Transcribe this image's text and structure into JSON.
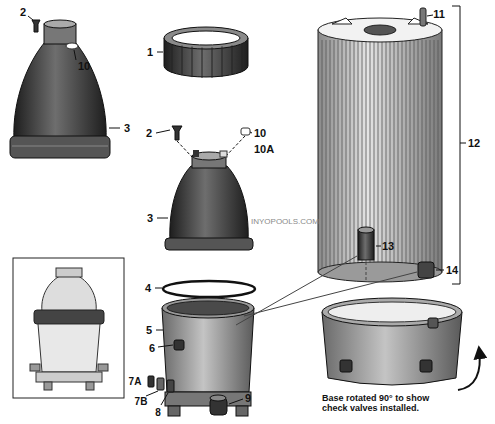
{
  "diagram": {
    "labels": [
      "2",
      "10",
      "3",
      "1",
      "2",
      "10",
      "10A",
      "3",
      "4",
      "5",
      "6",
      "7A",
      "7B",
      "8",
      "9",
      "11",
      "12",
      "13",
      "14",
      "INYOPOOLS.COM",
      "Base rotated 90° to show check valves installed."
    ]
  }
}
